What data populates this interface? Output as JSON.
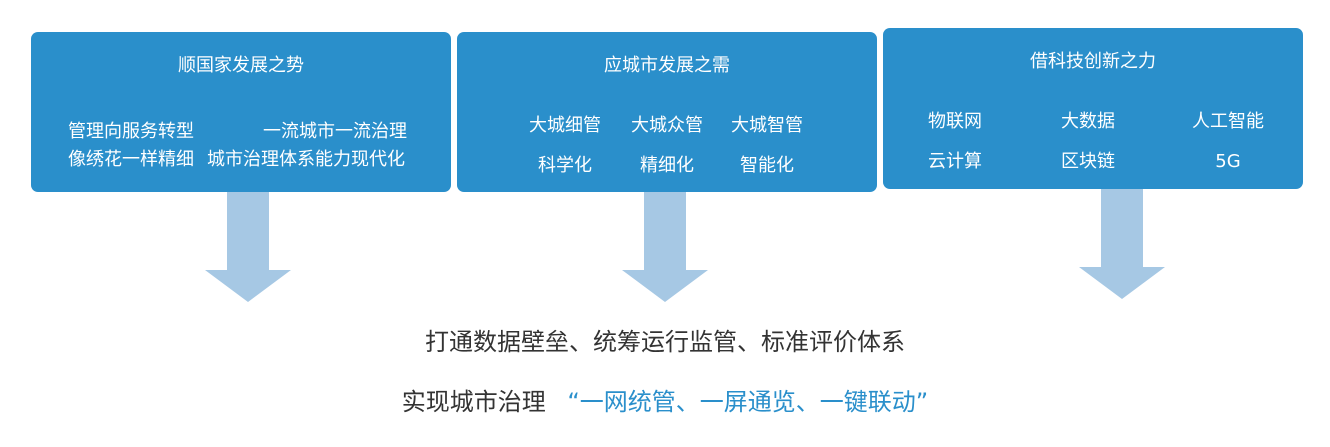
{
  "colors": {
    "box": "#2a8fcb",
    "arrow": "#a6c8e4",
    "text_dark": "#333333",
    "accent": "#2a8fcb"
  },
  "box1": {
    "title": "顺国家发展之势",
    "items": [
      "管理向服务转型",
      "一流城市一流治理",
      "像绣花一样精细",
      "城市治理体系能力现代化"
    ]
  },
  "box2": {
    "title": "应城市发展之需",
    "items": [
      "大城细管",
      "大城众管",
      "大城智管",
      "科学化",
      "精细化",
      "智能化"
    ]
  },
  "box3": {
    "title": "借科技创新之力",
    "items": [
      "物联网",
      "大数据",
      "人工智能",
      "云计算",
      "区块链",
      "5G"
    ]
  },
  "slogan": {
    "line1": "打通数据壁垒、统筹运行监管、标准评价体系",
    "line2_prefix": "实现城市治理",
    "line2_quote": "“一网统管、一屏通览、一键联动”"
  }
}
